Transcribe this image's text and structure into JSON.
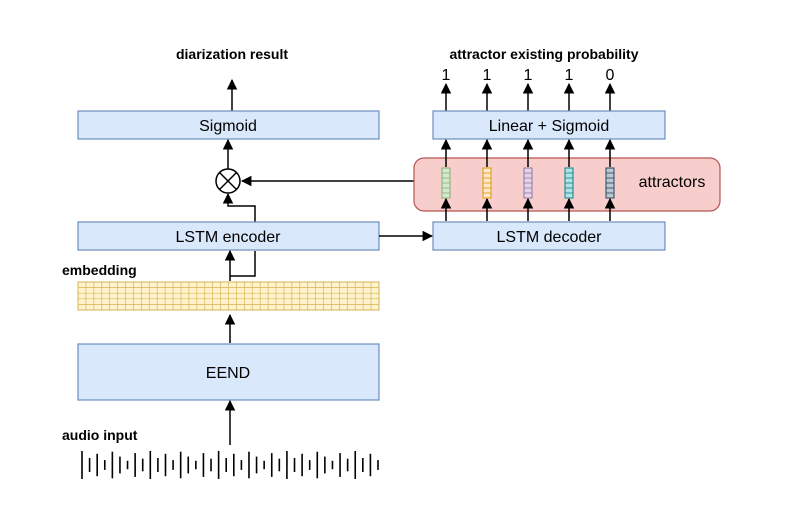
{
  "labels": {
    "diarization_result": "diarization result",
    "attractor_prob": "attractor existing probability",
    "embedding": "embedding",
    "audio_input": "audio input",
    "attractors": "attractors"
  },
  "blocks": {
    "sigmoid": "Sigmoid",
    "linear_sigmoid": "Linear + Sigmoid",
    "lstm_encoder": "LSTM encoder",
    "lstm_decoder": "LSTM decoder",
    "eend": "EEND"
  },
  "probabilities": [
    "1",
    "1",
    "1",
    "1",
    "0"
  ],
  "colors": {
    "block_fill": "#dae8fc",
    "block_stroke": "#6c8ebf",
    "attractor_group_fill": "#f8cecc",
    "attractor_group_stroke": "#b85450",
    "embedding_fill": "#fff2cc",
    "embedding_stroke": "#d6b656",
    "attractor_vectors": [
      {
        "fill": "#d5e8d4",
        "stroke": "#82b366"
      },
      {
        "fill": "#ffe6cc",
        "stroke": "#d79b00"
      },
      {
        "fill": "#e1d5e7",
        "stroke": "#9673a6"
      },
      {
        "fill": "#b0e3e6",
        "stroke": "#0e8088"
      },
      {
        "fill": "#bac8d3",
        "stroke": "#23445d"
      }
    ]
  }
}
